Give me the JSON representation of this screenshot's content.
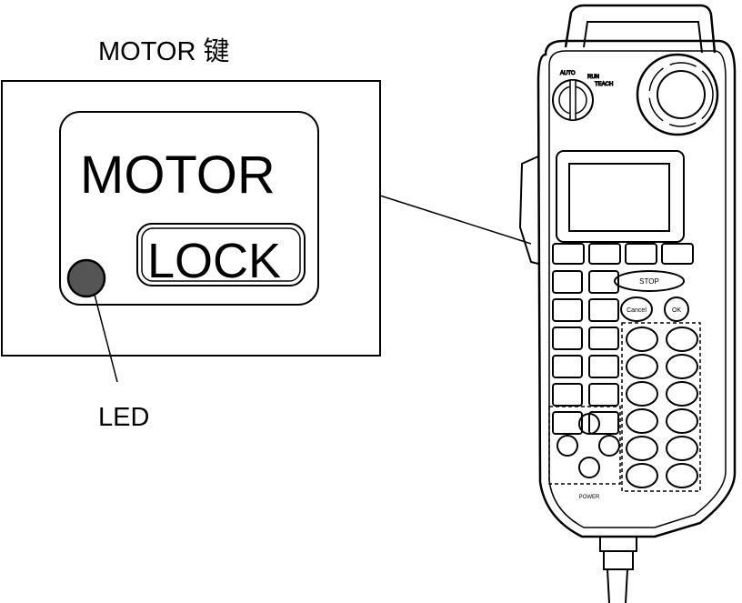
{
  "title": "MOTOR 键",
  "callout": {
    "key_top": "MOTOR",
    "key_bottom": "LOCK",
    "led_label": "LED"
  },
  "pendant": {
    "mode_switch": {
      "auto": "AUTO",
      "teach": "TEACH",
      "run": "RUN"
    },
    "key_row1": [
      "MOTOR LOCK",
      "",
      "",
      ""
    ],
    "stop_label": "STOP",
    "cancel_label": "Cancel",
    "ok_label": "OK",
    "power_label": "POWER"
  },
  "colors": {
    "line": "#000000",
    "led": "#555555",
    "background": "#ffffff"
  }
}
